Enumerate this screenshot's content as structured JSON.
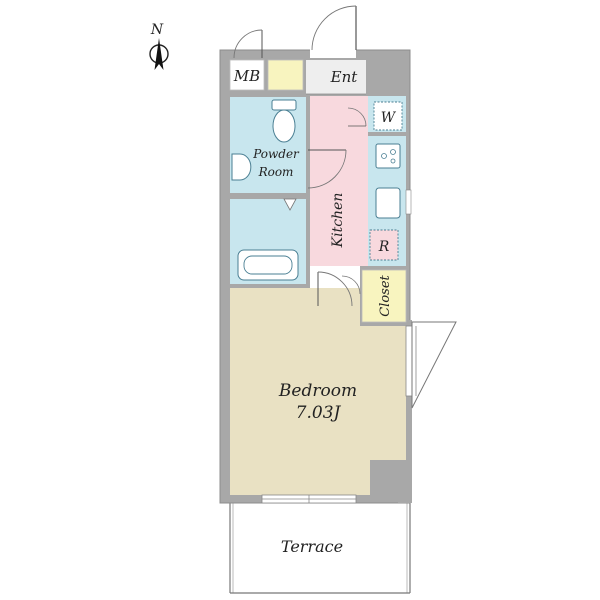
{
  "compass": {
    "north_label": "N"
  },
  "rooms": {
    "mb": {
      "label": "MB"
    },
    "entrance": {
      "label": "Ent"
    },
    "washer": {
      "label": "W"
    },
    "powder_room": {
      "line1": "Powder",
      "line2": "Room"
    },
    "kitchen": {
      "label": "Kitchen"
    },
    "refrigerator": {
      "label": "R"
    },
    "closet": {
      "label": "Closet"
    },
    "bedroom": {
      "label": "Bedroom",
      "size": "7.03J"
    },
    "terrace": {
      "label": "Terrace"
    }
  },
  "colors": {
    "wall": "#a8a8a8",
    "wall_edge": "#8c8c8c",
    "bedroom": "#e9e1c3",
    "bathroom": "#c8e6ee",
    "kitchen": "#f8d9de",
    "closet": "#f8f4bf",
    "entrance": "#eeeeee",
    "fixture": "#4a7f93"
  }
}
